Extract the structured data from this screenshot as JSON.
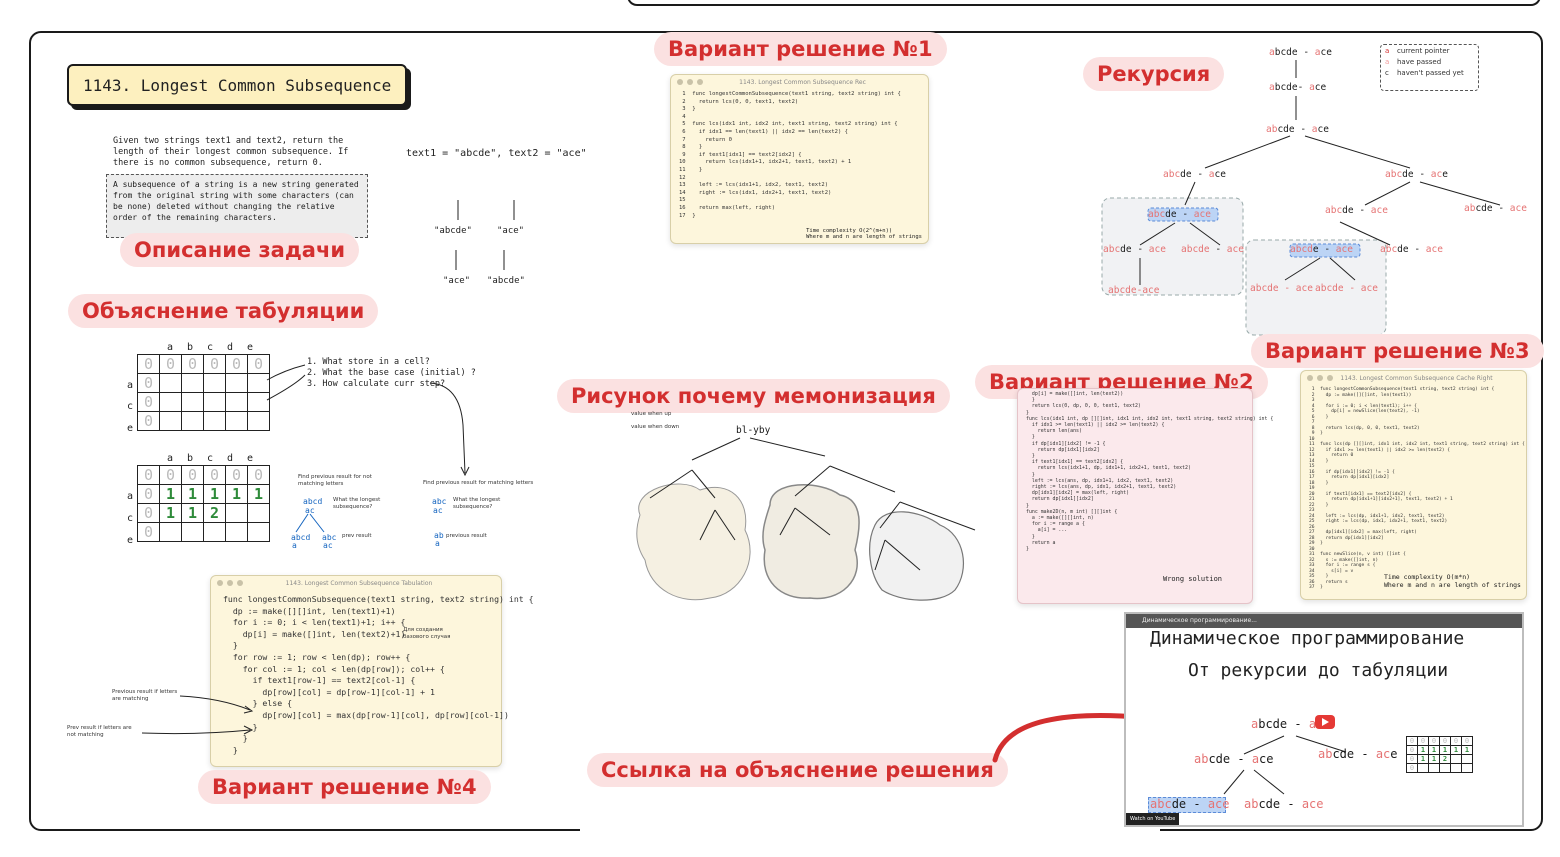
{
  "labels": {
    "variant1": "Вариант решение №1",
    "variant2": "Вариант решение №2",
    "variant3": "Вариант решение №3",
    "variant4": "Вариант решение №4",
    "recursion": "Рекурсия",
    "task_desc": "Описание задачи",
    "tabulation_expl": "Объяснение табуляции",
    "memo_why": "Рисунок почему мемонизация",
    "link": "Ссылка на объяснение решения"
  },
  "problem": {
    "title": "1143. Longest Common Subsequence",
    "desc1": "Given two strings text1 and text2, return the length of their longest common subsequence. If there is no common subsequence, return 0.",
    "desc2": "A subsequence of a string is a new string generated from the original string with some characters (can be none) deleted without changing the relative order of the remaining characters.",
    "example": "text1 = \"abcde\", text2 = \"ace\"",
    "tree": [
      "\"abcde\"",
      "\"ace\"",
      "\"ace\"",
      "\"abcde\""
    ]
  },
  "tabulation": {
    "cols": [
      "a",
      "b",
      "c",
      "d",
      "e"
    ],
    "rows": [
      "a",
      "c",
      "e"
    ],
    "questions": [
      "1. What store in a cell?",
      "2. What the base case (initial) ?",
      "3. How calculate curr step?"
    ],
    "grid2_row1": [
      "0",
      "1",
      "1",
      "1",
      "1",
      "1"
    ],
    "grid2_row2": [
      "0",
      "1",
      "1",
      "2",
      "",
      ""
    ],
    "note_prev_not": "Find previous result for not matching letters",
    "note_prev_match": "Find previous result for matching letters",
    "q_longest": "What the longest subsequence?",
    "prev_result": "prev result",
    "previous_result": "previous result",
    "abcd": "abcd",
    "ac": "ac",
    "abc": "abc",
    "a": "a",
    "ab": "ab"
  },
  "code1": {
    "title": "1143. Longest Common Subsequence Rec",
    "lines": [
      "func longestCommonSubsequence(text1 string, text2 string) int {",
      "  return lcs(0, 0, text1, text2)",
      "}",
      "",
      "func lcs(idx1 int, idx2 int, text1 string, text2 string) int {",
      "  if idx1 == len(text1) || idx2 == len(text2) {",
      "    return 0",
      "  }",
      "  if text1[idx1] == text2[idx2] {",
      "    return lcs(idx1+1, idx2+1, text1, text2) + 1",
      "  }",
      "",
      "  left := lcs(idx1+1, idx2, text1, text2)",
      "  right := lcs(idx1, idx2+1, text1, text2)",
      "",
      "  return max(left, right)",
      "}"
    ],
    "complexity": "Time complexity O(2^(m+n))\nWhere m and n are length of strings"
  },
  "code2": {
    "lines": [
      "  dp[i] = make([]int, len(text2))",
      "  }",
      "",
      "  return lcs(0, dp, 0, 0, text1, text2)",
      "}",
      "",
      "func lcs(idx1 int, dp [][]int, idx1 int, idx2 int, text1 string, text2 string) int {",
      "  if idx1 >= len(text1) || idx2 >= len(text2) {",
      "    return len(ans)",
      "  }",
      "",
      "  if dp[idx1][idx2] != -1 {",
      "    return dp[idx1][idx2]",
      "  }",
      "",
      "  if text1[idx1] == text2[idx2] {",
      "    return lcs(idx1+1, dp, idx1+1, idx2+1, text1, text2)",
      "  }",
      "",
      "  left := lcs(ans, dp, idx1+1, idx2, text1, text2)",
      "  right := lcs(ans, dp, idx1, idx2+1, text1, text2)",
      "",
      "  dp[idx1][idx2] = max(left, right)",
      "  return dp[idx1][idx2]",
      "}",
      "",
      "func make2D(n, m int) [][]int {",
      "  a := make([][]int, n)",
      "  for i := range a {",
      "    a[i] = ...",
      "  }",
      "  return a",
      "}"
    ],
    "wrong": "Wrong solution"
  },
  "code3": {
    "title": "1143. Longest Common Subsequence Cache Right",
    "lines": [
      "func longestCommonSubsequence(text1 string, text2 string) int {",
      "  dp := make([][]int, len(text1))",
      "",
      "  for i := 0; i < len(text1); i++ {",
      "    dp[i] = newSlice(len(text2), -1)",
      "  }",
      "",
      "  return lcs(dp, 0, 0, text1, text2)",
      "}",
      "",
      "func lcs(dp [][]int, idx1 int, idx2 int, text1 string, text2 string) int {",
      "  if idx1 >= len(text1) || idx2 >= len(text2) {",
      "    return 0",
      "  }",
      "",
      "  if dp[idx1][idx2] != -1 {",
      "    return dp[idx1][idx2]",
      "  }",
      "",
      "  if text1[idx1] == text2[idx2] {",
      "    return dp[idx1+1][idx2+1], text1, text2) + 1",
      "  }",
      "",
      "  left := lcs(dp, idx1+1, idx2, text1, text2)",
      "  right := lcs(dp, idx1, idx2+1, text1, text2)",
      "",
      "  dp[idx1][idx2] = max(left, right)",
      "  return dp[idx1][idx2]",
      "}",
      "",
      "func newSlice(n, v int) []int {",
      "  s := make([]int, n)",
      "  for i := range s {",
      "    s[i] = v",
      "  }",
      "  return s",
      "}"
    ],
    "complexity": "Time complexity O(m*n)\nWhere m and n are length of strings"
  },
  "code4": {
    "title": "1143. Longest Common Subsequence Tabulation",
    "lines": [
      "func longestCommonSubsequence(text1 string, text2 string) int {",
      "  dp := make([][]int, len(text1)+1)",
      "",
      "  for i := 0; i < len(text1)+1; i++ {",
      "    dp[i] = make([]int, len(text2)+1)",
      "  }",
      "",
      "  for row := 1; row < len(dp); row++ {",
      "    for col := 1; col < len(dp[row]); col++ {",
      "      if text1[row-1] == text2[col-1] {",
      "        dp[row][col] = dp[row-1][col-1] + 1",
      "      } else {",
      "        dp[row][col] = max(dp[row-1][col], dp[row][col-1])",
      "      }",
      "    }",
      "  }"
    ],
    "note_base": "Для создания базового случая",
    "note_prev_match": "Previous result if letters are matching",
    "note_prev_not": "Prev result if letters are not matching"
  },
  "recursion": {
    "legend": [
      "current pointer",
      "have passed",
      "haven't passed yet"
    ],
    "legend_keys": [
      "a",
      "a",
      "c"
    ]
  },
  "memo": {
    "legend": [
      "value when up",
      "value when down"
    ],
    "root": "bl-yby"
  },
  "youtube": {
    "bar_title": "Динамическое программирование...",
    "title1": "Динамическое программирование",
    "title2": "От рекурсии до табуляции",
    "watch": "Watch on YouTube"
  },
  "colors": {
    "accent": "#d32f2f",
    "pill_bg": "#fbe1e1",
    "code_bg": "#fdf6dc",
    "green": "#2e8b3a"
  }
}
